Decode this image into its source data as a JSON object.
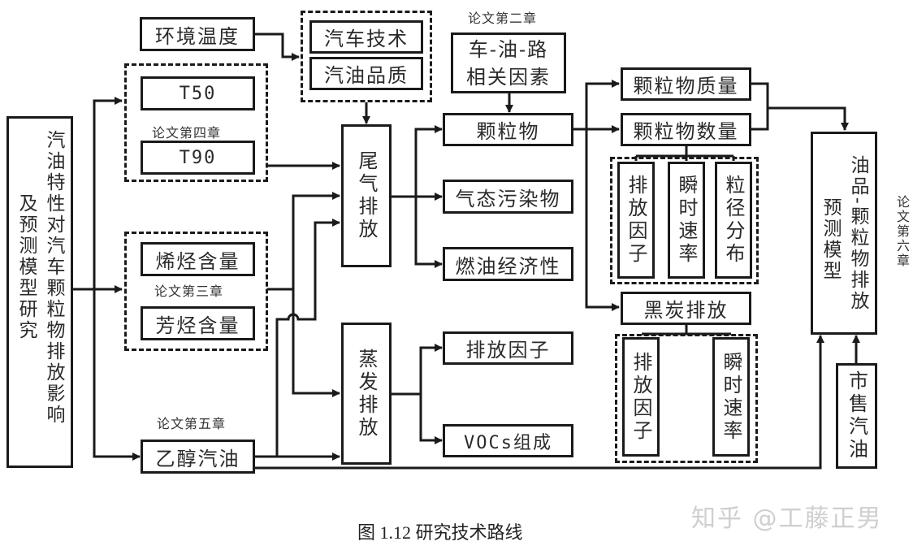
{
  "diagram": {
    "main_topic": {
      "col1": "汽油特性对汽车颗粒物排放影响",
      "col2": "及预测模型研究"
    },
    "env_temp": "环境温度",
    "t50": "T50",
    "t90": "T90",
    "chapter4": "论文第四章",
    "car_tech": "汽车技术",
    "gas_quality": "汽油品质",
    "chapter2": "论文第二章",
    "car_oil_road": "车-油-路",
    "related_factors": "相关因素",
    "olefin": "烯烃含量",
    "aromatic": "芳烃含量",
    "chapter3": "论文第三章",
    "chapter5": "论文第五章",
    "ethanol": "乙醇汽油",
    "exhaust": "尾气排放",
    "evap": "蒸发排放",
    "particulate": "颗粒物",
    "gaseous": "气态污染物",
    "fuel_economy": "燃油经济性",
    "evap_factor": "排放因子",
    "vocs": "VOCs组成",
    "pm_mass": "颗粒物质量",
    "pm_number": "颗粒物数量",
    "pn_factor": "排放因子",
    "pn_rate": "瞬时速率",
    "pn_size": "粒径分布",
    "black_carbon": "黑炭排放",
    "bc_factor": "排放因子",
    "bc_rate": "瞬时速率",
    "prediction": {
      "col1": "油品-颗粒物排放",
      "col2": "预测模型"
    },
    "chapter6": "论文第六章",
    "market_gas": "市售汽油"
  },
  "caption": "图 1.12 研究技术路线",
  "watermark": "知乎 @工藤正男"
}
